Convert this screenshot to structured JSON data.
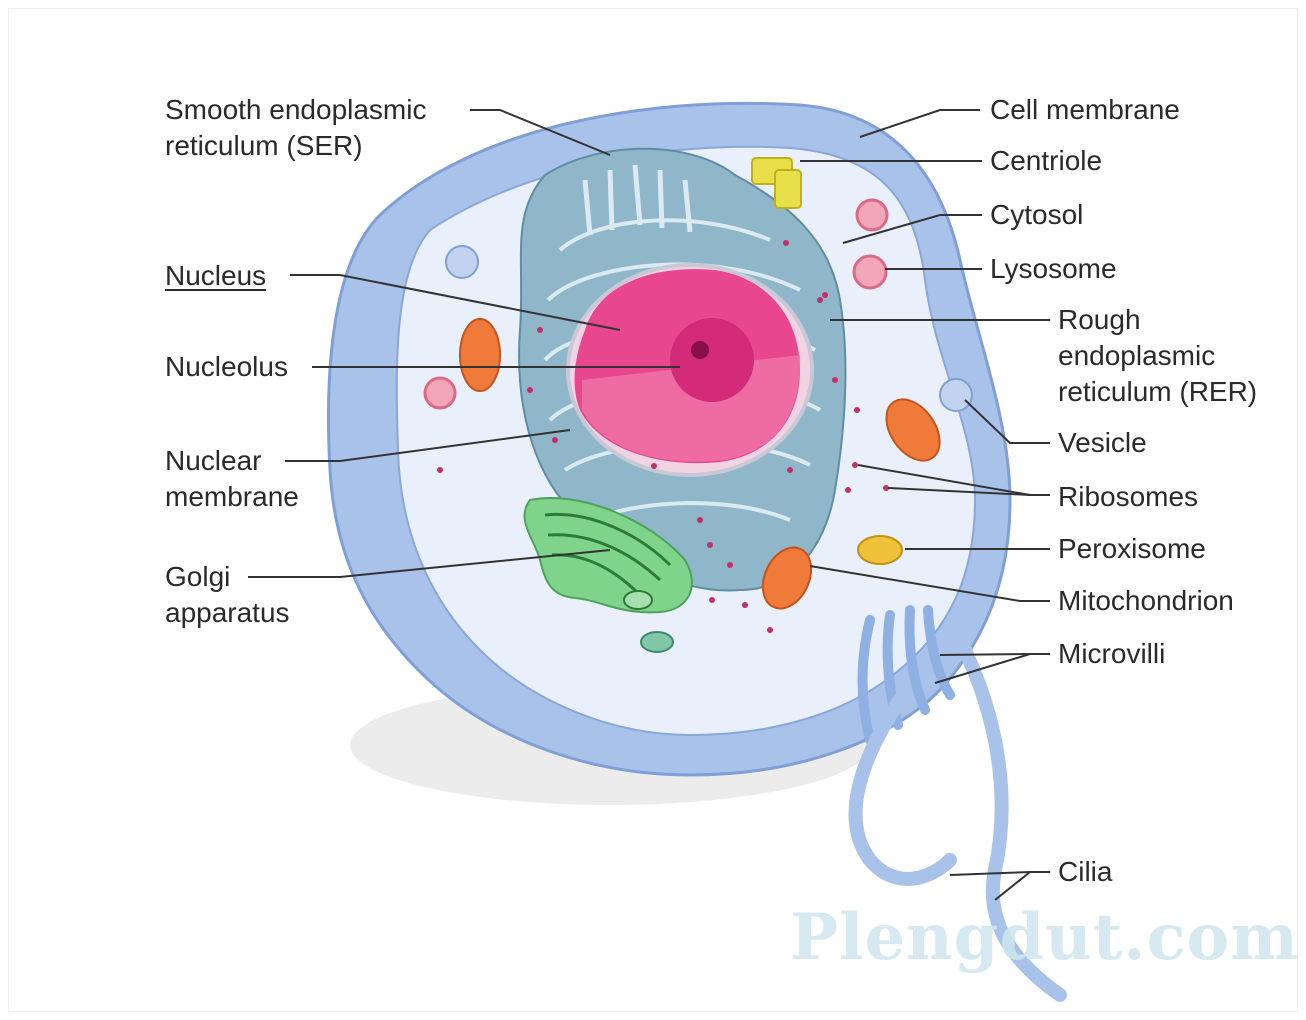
{
  "labels": {
    "ser": [
      "Smooth endoplasmic",
      "reticulum (SER)"
    ],
    "nucleus": "Nucleus",
    "nucleolus": "Nucleolus",
    "nuclear_membrane": [
      "Nuclear",
      "membrane"
    ],
    "golgi": [
      "Golgi",
      "apparatus"
    ],
    "cell_membrane": "Cell membrane",
    "centriole": "Centriole",
    "cytosol": "Cytosol",
    "lysosome": "Lysosome",
    "rer": [
      "Rough",
      "endoplasmic",
      "reticulum (RER)"
    ],
    "vesicle": "Vesicle",
    "ribosomes": "Ribosomes",
    "peroxisome": "Peroxisome",
    "mitochondrion": "Mitochondrion",
    "microvilli": "Microvilli",
    "cilia": "Cilia"
  },
  "watermark": "Plengdut.com",
  "colors": {
    "cell_membrane": "#9db8e6",
    "cytosol": "#e9f0fb",
    "rer": "#8fb6c9",
    "nucleus": "#e8478f",
    "nucleolus": "#d42a7a",
    "golgi": "#7fd38a",
    "mitochondrion": "#f07a3a",
    "lysosome": "#f2a6b8",
    "centriole": "#e8e04a",
    "peroxisome": "#f0c23a",
    "ribosome": "#c0306a",
    "leader": "#333333"
  }
}
